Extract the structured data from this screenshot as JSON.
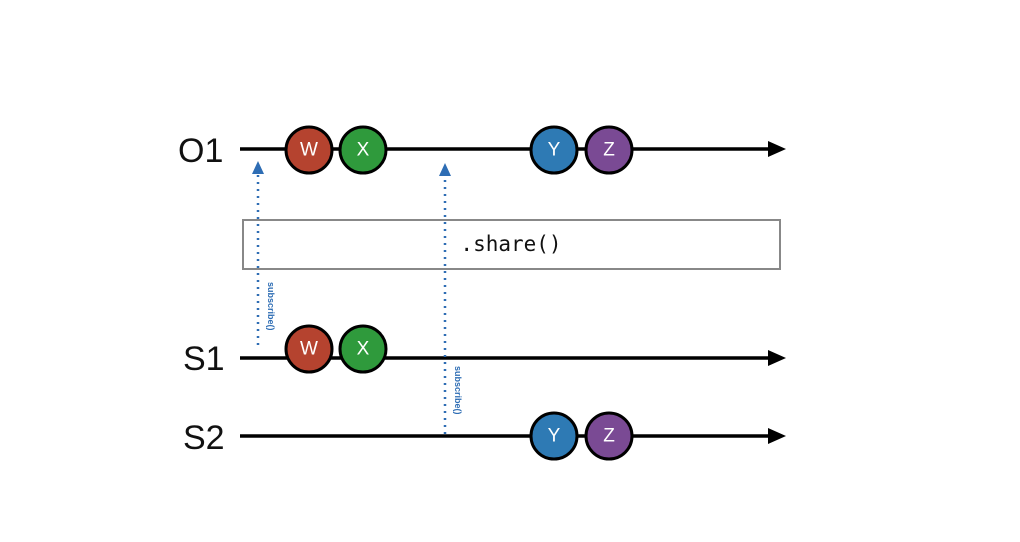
{
  "colors": {
    "W": "#b5432f",
    "X": "#2f9a3c",
    "Y": "#2e7ab4",
    "Z": "#7a4a94",
    "subscribe": "#2e6db4",
    "timeline": "#000000",
    "operator_border": "#888888"
  },
  "timelines": [
    {
      "id": "o1",
      "label": "O1",
      "marbles": [
        "W",
        "X",
        "Y",
        "Z"
      ]
    },
    {
      "id": "s1",
      "label": "S1",
      "marbles": [
        "W",
        "X"
      ]
    },
    {
      "id": "s2",
      "label": "S2",
      "marbles": [
        "Y",
        "Z"
      ]
    }
  ],
  "operator": {
    "label": ".share()"
  },
  "subscriptions": [
    {
      "from": "S1",
      "label": "subscribe()"
    },
    {
      "from": "S2",
      "label": "subscribe()"
    }
  ]
}
